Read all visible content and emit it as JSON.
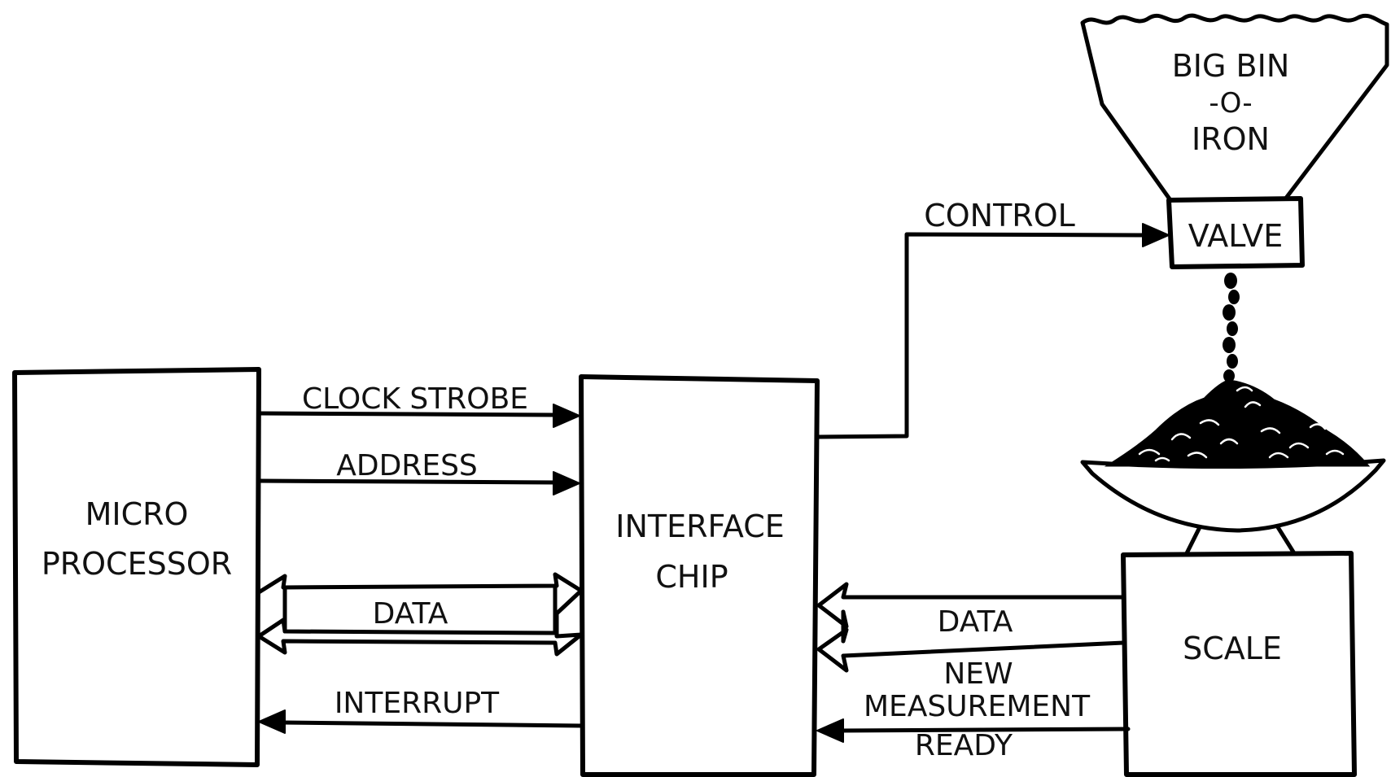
{
  "blocks": {
    "microprocessor": {
      "line1": "MICRO",
      "line2": "PROCESSOR"
    },
    "interface_chip": {
      "line1": "INTERFACE",
      "line2": "CHIP"
    },
    "scale": {
      "label": "SCALE"
    },
    "valve": {
      "label": "VALVE"
    },
    "bin": {
      "line1": "BIG BIN",
      "line2": "-O-",
      "line3": "IRON"
    }
  },
  "signals": {
    "clock_strobe": "CLOCK STROBE",
    "address": "ADDRESS",
    "data_cpu": "DATA",
    "interrupt": "INTERRUPT",
    "control": "CONTROL",
    "data_scale": "DATA",
    "new_measurement": {
      "line1": "NEW",
      "line2": "MEASUREMENT",
      "line3": "READY"
    }
  },
  "colors": {
    "ink": "#000000",
    "paper": "#ffffff"
  }
}
